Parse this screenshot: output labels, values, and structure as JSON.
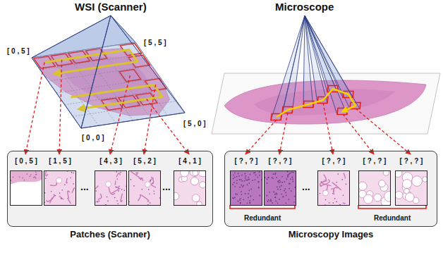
{
  "diagram": {
    "nodes": [
      {
        "text": [
          "Patches (Scanner)"
        ]
      },
      {
        "text": [
          "[ 0 , 5 ]"
        ],
        "in": 0
      },
      {
        "text": [
          "[ 1 , 5 ]"
        ],
        "in": 0
      },
      {
        "text": [
          "[ 4 , 3 ]"
        ],
        "in": 0
      },
      {
        "text": [
          "[ 5 , 2 ]"
        ],
        "in": 0
      },
      {
        "text": [
          "[ 4 , 1 ]"
        ],
        "in": 0
      },
      {
        "text": [
          "Microscopy Images"
        ]
      },
      {
        "text": [
          "[ ? , ? ]"
        ],
        "in": 6
      },
      {
        "text": [
          "[ ? , ? ]"
        ],
        "in": 6
      },
      {
        "text": [
          "[ ? , ? ]"
        ],
        "in": 6
      },
      {
        "text": [
          "[ ? , ? ]"
        ],
        "in": 6
      },
      {
        "text": [
          "[ ? , ? ]"
        ],
        "in": 6
      }
    ],
    "labels": [
      "WSI (Scanner)",
      "Microscope",
      "[ 0 , 5 ]",
      "[ 5 , 5 ]",
      "[ 0 , 0 ]",
      "[ 5 , 0 ]",
      "...",
      "...",
      "...",
      "Redundant",
      "Redundant"
    ]
  }
}
